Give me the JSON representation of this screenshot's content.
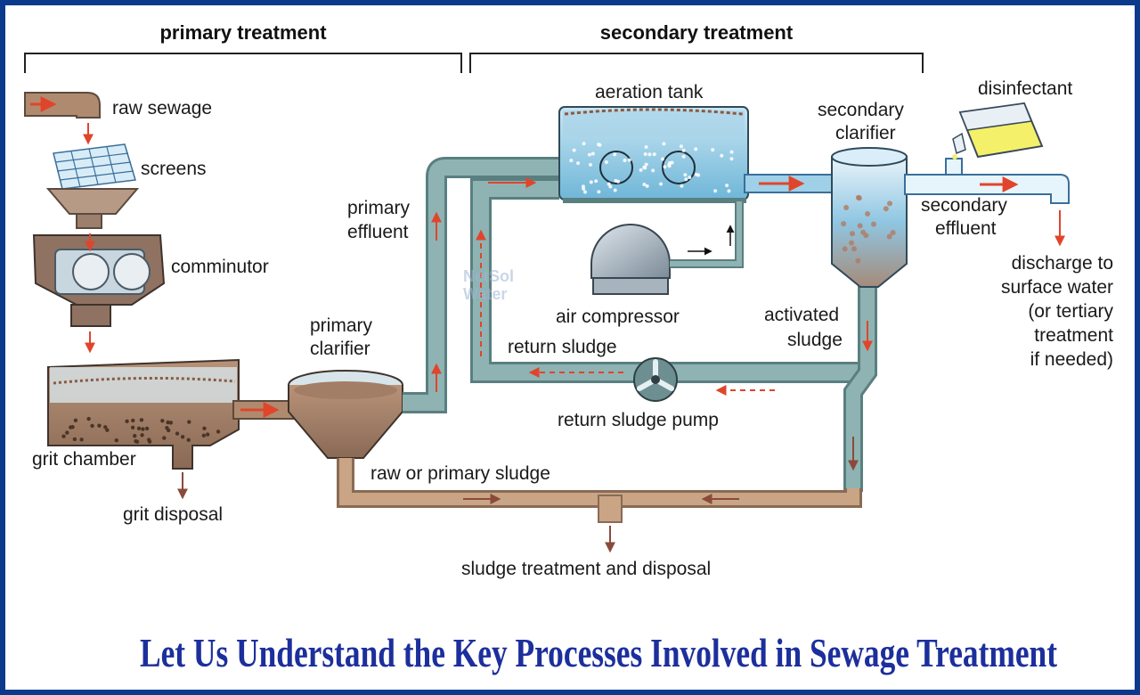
{
  "headers": {
    "primary": "primary treatment",
    "secondary": "secondary treatment"
  },
  "labels": {
    "raw_sewage": "raw sewage",
    "screens": "screens",
    "comminutor": "comminutor",
    "grit_chamber": "grit chamber",
    "grit_disposal": "grit disposal",
    "primary_clarifier_1": "primary",
    "primary_clarifier_2": "clarifier",
    "primary_effluent_1": "primary",
    "primary_effluent_2": "effluent",
    "aeration_tank": "aeration tank",
    "air_compressor": "air compressor",
    "return_sludge": "return sludge",
    "return_sludge_pump": "return sludge pump",
    "raw_or_primary_sludge": "raw or primary sludge",
    "sludge_treatment": "sludge treatment and disposal",
    "secondary_clarifier_1": "secondary",
    "secondary_clarifier_2": "clarifier",
    "activated_sludge_1": "activated",
    "activated_sludge_2": "sludge",
    "secondary_effluent_1": "secondary",
    "secondary_effluent_2": "effluent",
    "disinfectant": "disinfectant",
    "discharge_1": "discharge to",
    "discharge_2": "surface water",
    "discharge_3": "(or tertiary",
    "discharge_4": "treatment",
    "discharge_5": "if needed)"
  },
  "watermark": {
    "line1": "NetSol",
    "line2": "Water"
  },
  "title": "Let Us Understand the Key Processes Involved in Sewage Treatment",
  "colors": {
    "pipe": "#8fb3b3",
    "sludge_pipe": "#c9a585",
    "arrow": "#e0452b",
    "title": "#1c2f9c",
    "border": "#0b3a8c"
  }
}
